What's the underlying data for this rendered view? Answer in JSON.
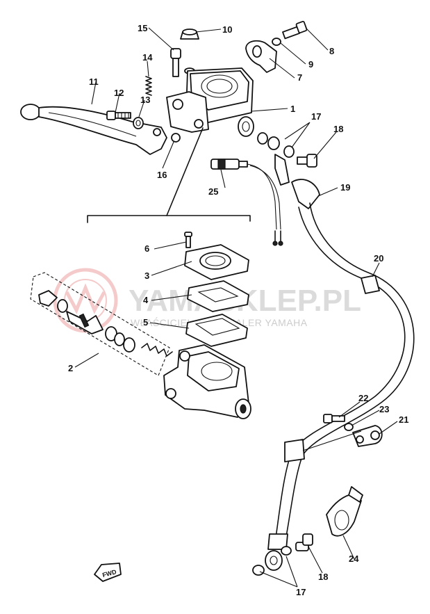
{
  "watermark": {
    "title": "YAMASKLEP.PL",
    "subtitle": "WŁAŚCICIEL: SZ | DEALER YAMAHA"
  },
  "direction_marker": "FWD",
  "callouts": [
    {
      "id": "c1",
      "label": "1"
    },
    {
      "id": "c2",
      "label": "2"
    },
    {
      "id": "c3",
      "label": "3"
    },
    {
      "id": "c4",
      "label": "4"
    },
    {
      "id": "c5",
      "label": "5"
    },
    {
      "id": "c6",
      "label": "6"
    },
    {
      "id": "c7",
      "label": "7"
    },
    {
      "id": "c8",
      "label": "8"
    },
    {
      "id": "c9",
      "label": "9"
    },
    {
      "id": "c10",
      "label": "10"
    },
    {
      "id": "c11",
      "label": "11"
    },
    {
      "id": "c12",
      "label": "12"
    },
    {
      "id": "c13",
      "label": "13"
    },
    {
      "id": "c14",
      "label": "14"
    },
    {
      "id": "c15",
      "label": "15"
    },
    {
      "id": "c16",
      "label": "16"
    },
    {
      "id": "c17a",
      "label": "17"
    },
    {
      "id": "c18a",
      "label": "18"
    },
    {
      "id": "c19",
      "label": "19"
    },
    {
      "id": "c20",
      "label": "20"
    },
    {
      "id": "c21",
      "label": "21"
    },
    {
      "id": "c22",
      "label": "22"
    },
    {
      "id": "c23",
      "label": "23"
    },
    {
      "id": "c24",
      "label": "24"
    },
    {
      "id": "c25",
      "label": "25"
    },
    {
      "id": "c18b",
      "label": "18"
    },
    {
      "id": "c17b",
      "label": "17"
    }
  ]
}
